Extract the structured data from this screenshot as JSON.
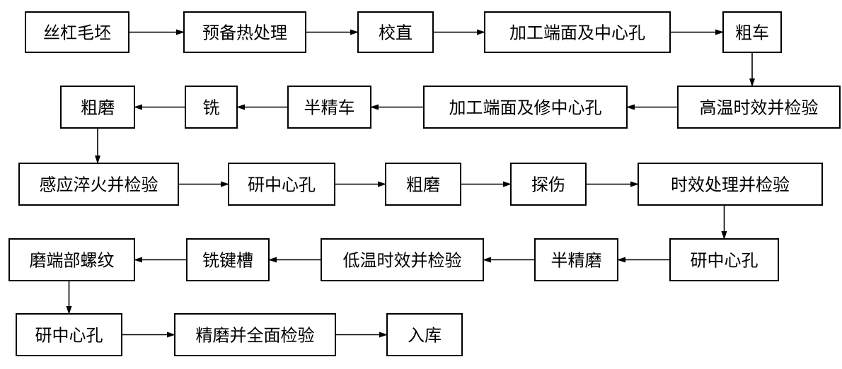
{
  "diagram": {
    "line_color": "#000000",
    "nodes": [
      {
        "id": "n1",
        "label": "丝杠毛坯"
      },
      {
        "id": "n2",
        "label": "预备热处理"
      },
      {
        "id": "n3",
        "label": "校直"
      },
      {
        "id": "n4",
        "label": "加工端面及中心孔"
      },
      {
        "id": "n5",
        "label": "粗车"
      },
      {
        "id": "n6",
        "label": "高温时效并检验"
      },
      {
        "id": "n7",
        "label": "加工端面及修中心孔"
      },
      {
        "id": "n8",
        "label": "半精车"
      },
      {
        "id": "n9",
        "label": "铣"
      },
      {
        "id": "n10",
        "label": "粗磨"
      },
      {
        "id": "n11",
        "label": "感应淬火并检验"
      },
      {
        "id": "n12",
        "label": "研中心孔"
      },
      {
        "id": "n13",
        "label": "粗磨"
      },
      {
        "id": "n14",
        "label": "探伤"
      },
      {
        "id": "n15",
        "label": "时效处理并检验"
      },
      {
        "id": "n16",
        "label": "研中心孔"
      },
      {
        "id": "n17",
        "label": "半精磨"
      },
      {
        "id": "n18",
        "label": "低温时效并检验"
      },
      {
        "id": "n19",
        "label": "铣键槽"
      },
      {
        "id": "n20",
        "label": "磨端部螺纹"
      },
      {
        "id": "n21",
        "label": "研中心孔"
      },
      {
        "id": "n22",
        "label": "精磨并全面检验"
      },
      {
        "id": "n23",
        "label": "入库"
      }
    ],
    "edges": [
      {
        "from": "n1",
        "to": "n2"
      },
      {
        "from": "n2",
        "to": "n3"
      },
      {
        "from": "n3",
        "to": "n4"
      },
      {
        "from": "n4",
        "to": "n5"
      },
      {
        "from": "n5",
        "to": "n6"
      },
      {
        "from": "n6",
        "to": "n7"
      },
      {
        "from": "n7",
        "to": "n8"
      },
      {
        "from": "n8",
        "to": "n9"
      },
      {
        "from": "n9",
        "to": "n10"
      },
      {
        "from": "n10",
        "to": "n11"
      },
      {
        "from": "n11",
        "to": "n12"
      },
      {
        "from": "n12",
        "to": "n13"
      },
      {
        "from": "n13",
        "to": "n14"
      },
      {
        "from": "n14",
        "to": "n15"
      },
      {
        "from": "n15",
        "to": "n16"
      },
      {
        "from": "n16",
        "to": "n17"
      },
      {
        "from": "n17",
        "to": "n18"
      },
      {
        "from": "n18",
        "to": "n19"
      },
      {
        "from": "n19",
        "to": "n20"
      },
      {
        "from": "n20",
        "to": "n21"
      },
      {
        "from": "n21",
        "to": "n22"
      },
      {
        "from": "n22",
        "to": "n23"
      }
    ]
  }
}
